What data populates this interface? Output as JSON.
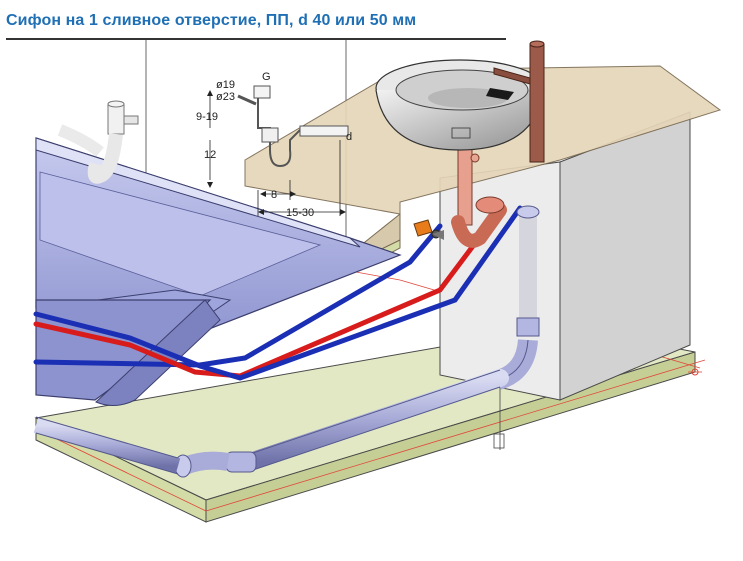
{
  "title": "Сифон на 1 сливное отверстие, ПП, d 40 или 50 мм",
  "dimensions": {
    "outlet_diameter_1": "ø19",
    "outlet_diameter_2": "ø23",
    "thread": "G",
    "height_range": "9-19",
    "trap_height": "12",
    "outlet_diameter": "d",
    "spacing": "8",
    "length_range": "15-30"
  },
  "colors": {
    "title": "#1f6fb5",
    "hot_pipe": "#d81c1c",
    "cold_pipe": "#1b2fb5",
    "drain_pipe": "#a9abd8",
    "floor": "#d9e2b3",
    "wall": "#dcdcdc",
    "countertop": "#dcc9a8",
    "bathtub": "#aab0e0"
  }
}
